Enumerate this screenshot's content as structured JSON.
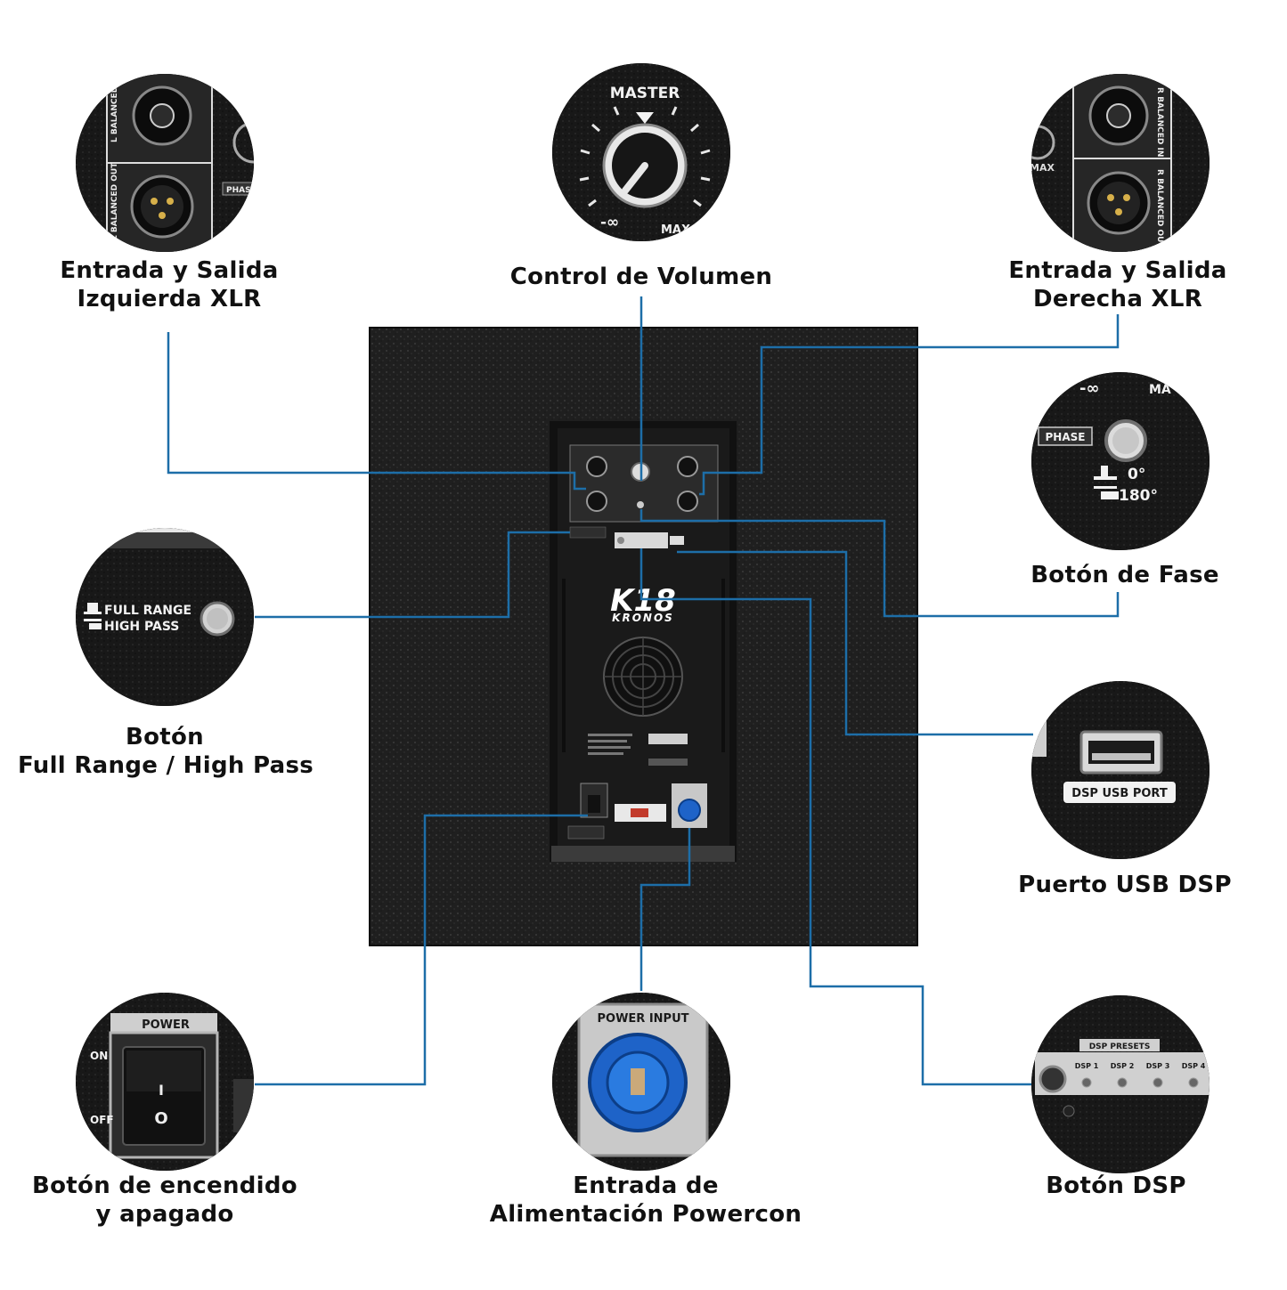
{
  "colors": {
    "leader": "#1d6ea8",
    "cabinet": "#1e1e1e",
    "panel": "#2a2a2a",
    "text": "#111111",
    "powercon": "#1e63c8"
  },
  "cabinet": {
    "brand_model": "K18",
    "brand_name": "KRONOS"
  },
  "callouts": {
    "xlr_left": {
      "line1": "Entrada y Salida",
      "line2": "Izquierda XLR"
    },
    "volume": {
      "line1": "Control de Volumen"
    },
    "xlr_right": {
      "line1": "Entrada y Salida",
      "line2": "Derecha XLR"
    },
    "phase": {
      "line1": "Botón de Fase"
    },
    "full_range": {
      "line1": "Botón",
      "line2": "Full Range / High Pass"
    },
    "usb": {
      "line1": "Puerto USB DSP"
    },
    "power_switch": {
      "line1": "Botón de encendido",
      "line2": "y apagado"
    },
    "powercon": {
      "line1": "Entrada de",
      "line2": "Alimentación Powercon"
    },
    "dsp": {
      "line1": "Botón DSP"
    }
  },
  "closeups": {
    "xlr_left": {
      "label_in": "L BALANCED IN",
      "label_out": "L BALANCED OUT",
      "phase_tag": "PHASE"
    },
    "volume": {
      "label_top": "MASTER",
      "label_min": "-∞",
      "label_max": "MAX"
    },
    "xlr_right": {
      "label_in": "R BALANCED IN",
      "label_out": "R BALANCED OUT",
      "max_tag": "MAX"
    },
    "phase": {
      "tag": "PHASE",
      "min": "-∞",
      "max": "MA",
      "deg0": "0°",
      "deg180": "180°"
    },
    "full_range": {
      "line1": "FULL RANGE",
      "line2": "HIGH PASS"
    },
    "usb": {
      "label": "DSP USB PORT"
    },
    "power_switch": {
      "title": "POWER",
      "on": "ON",
      "off": "OFF",
      "i": "I",
      "o": "O"
    },
    "powercon": {
      "title": "POWER INPUT"
    },
    "dsp": {
      "title": "DSP PRESETS",
      "presets": [
        "DSP 1",
        "DSP 2",
        "DSP 3",
        "DSP 4"
      ]
    }
  },
  "icons": [
    "xlr-combo-jack-icon",
    "xlr-male-jack-icon",
    "volume-knob-icon",
    "push-button-icon",
    "usb-port-icon",
    "rocker-switch-icon",
    "powercon-connector-icon",
    "led-indicator-icon",
    "cooling-fan-icon"
  ]
}
